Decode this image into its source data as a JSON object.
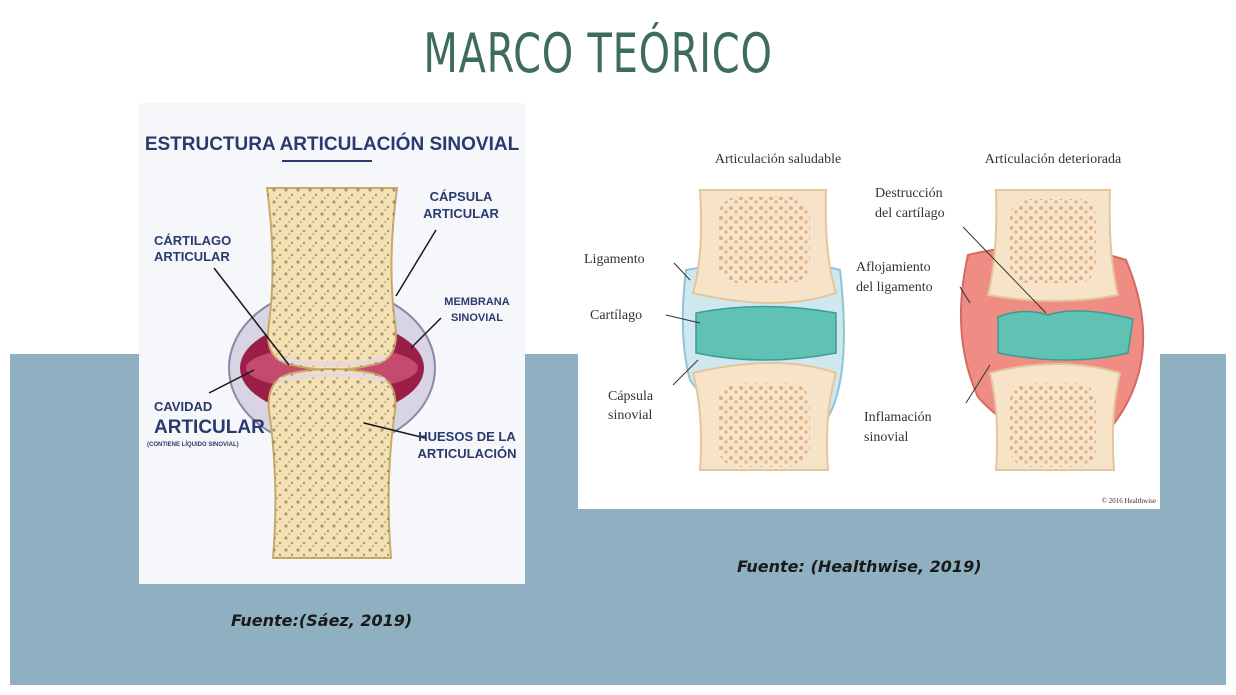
{
  "slide": {
    "title": "MARCO TEÓRICO",
    "colors": {
      "title": "#3e6b5f",
      "band": "#8fb0c0",
      "bone": "#f4e1b3",
      "cartilage": "#5fc2b5",
      "synovial": "#9a1e46",
      "inflammation": "#ef8c84",
      "label_dark": "#2b3a6e"
    }
  },
  "left_figure": {
    "title": "ESTRUCTURA ARTICULACIÓN SINOVIAL",
    "labels": {
      "capsula": [
        "CÁPSULA",
        "ARTICULAR"
      ],
      "cartilago": [
        "CÁRTILAGO",
        "ARTICULAR"
      ],
      "membrana": [
        "MEMBRANA",
        "SINOVIAL"
      ],
      "cavidad_1": "CAVIDAD",
      "cavidad_2": "ARTICULAR",
      "cavidad_note": "(CONTIENE LÍQUIDO SINOVIAL)",
      "huesos": [
        "HUESOS DE LA",
        "ARTICULACIÓN"
      ]
    },
    "caption": "Fuente:(Sáez, 2019)"
  },
  "right_figure": {
    "healthy_title": "Articulación saludable",
    "damaged_title": "Articulación deteriorada",
    "labels": {
      "ligamento": "Ligamento",
      "cartilago": "Cartílago",
      "capsula": [
        "Cápsula",
        "sinovial"
      ],
      "destruccion": [
        "Destrucción",
        "del cartílago"
      ],
      "aflojamiento": [
        "Aflojamiento",
        "del ligamento"
      ],
      "inflamacion": [
        "Inflamación",
        "sinovial"
      ]
    },
    "copyright": "© 2016 Healthwise",
    "caption": "Fuente: (Healthwise, 2019)"
  }
}
